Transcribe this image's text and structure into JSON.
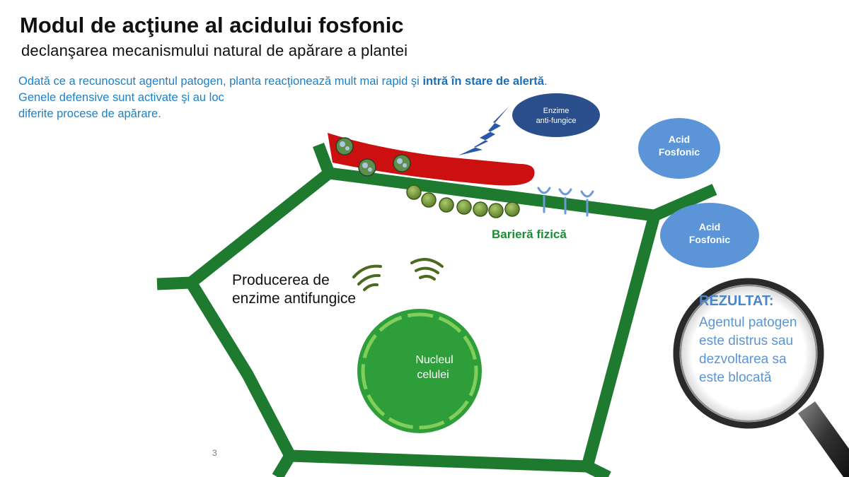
{
  "title": "Modul de acţiune al acidului fosfonic",
  "subtitle": "declanşarea mecanismului  natural de apărare a plantei",
  "intro": {
    "line1_plain": "Odată ce a recunoscut agentul patogen, planta reacţionează mult mai rapid şi ",
    "line1_bold": "intră în stare de alertă",
    "line1_end": ".",
    "line2": "Genele defensive sunt activate şi au loc",
    "line3": "diferite procese de apărare."
  },
  "bubbles": {
    "enzyme_line1": "Enzime",
    "enzyme_line2": "anti-fungice",
    "acid1_line1": "Acid",
    "acid1_line2": "Fosfonic",
    "acid2_line1": "Acid",
    "acid2_line2": "Fosfonic"
  },
  "barrier_label": "Barieră fizică",
  "enzyme_production": {
    "line1": "Producerea de",
    "line2": "enzime antifungice"
  },
  "nucleus": {
    "line1": "Nucleul",
    "line2": "celulei"
  },
  "result": {
    "title": "REZULTAT:",
    "line1": "Agentul  patogen",
    "line2": "este distrus sau",
    "line3": "dezvoltarea  sa",
    "line4": "este blocată"
  },
  "page_number": "3",
  "colors": {
    "cell_wall": "#1e7a2e",
    "pathogen": "#cc1010",
    "nucleus": "#2e9e3a",
    "bubble_blue": "#5b95d8",
    "enzyme_bubble": "#2a4f8c",
    "lightning": "#2b58a8",
    "text_blue": "#1a82c8"
  }
}
